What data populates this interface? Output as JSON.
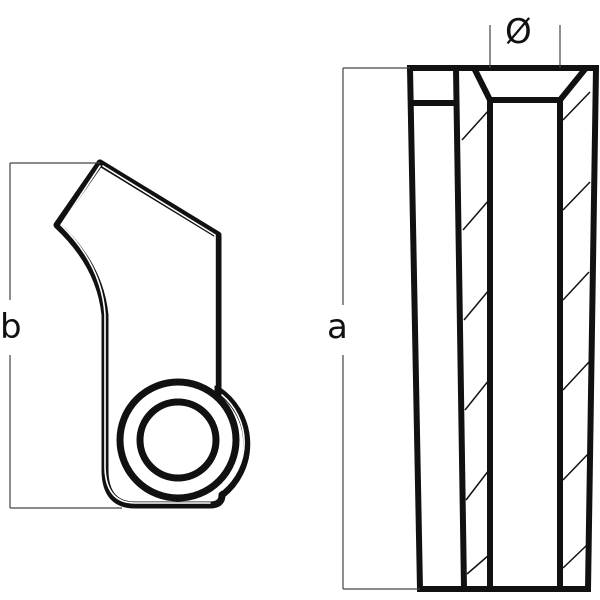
{
  "dimensions": {
    "height_label": "b",
    "length_label": "a",
    "diameter_label": "Ø"
  },
  "colors": {
    "line": "#111111",
    "background": "#ffffff"
  }
}
